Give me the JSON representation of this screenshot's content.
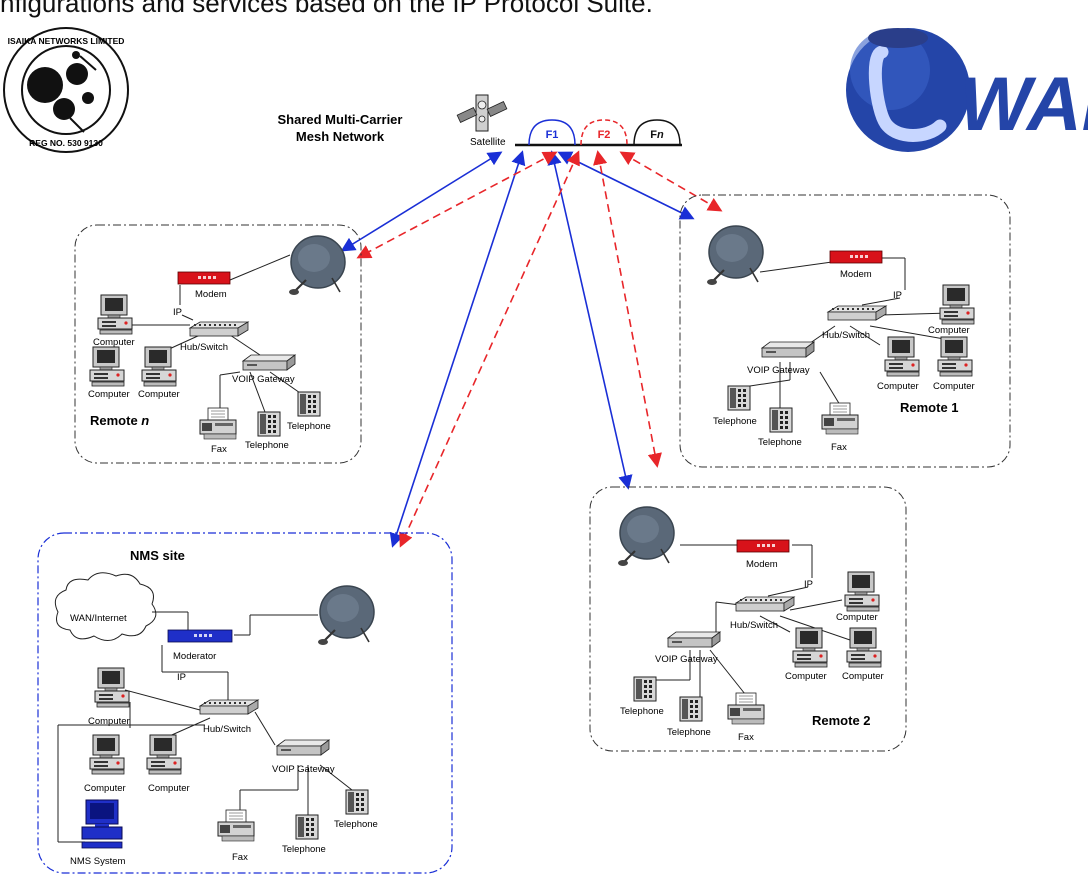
{
  "heading": "nfigurations and services based on the IP Protocol Suite.",
  "logos": {
    "isaika_ring_text": "ISAIKA NETWORKS LIMITED",
    "isaika_reg_text": "REG NO. 530 9130",
    "iwan_text": "WAN"
  },
  "network": {
    "title_line1": "Shared Multi-Carrier",
    "title_line2": "Mesh Network",
    "satellite_label": "Satellite",
    "carriers": {
      "f1": "F1",
      "f2": "F2",
      "fn_prefix": "F",
      "fn_suffix": "n"
    }
  },
  "remote_n": {
    "title_prefix": "Remote ",
    "title_suffix": "n",
    "modem": "Modem",
    "ip": "IP",
    "hub": "Hub/Switch",
    "voip": "VOIP Gateway",
    "computer_1": "Computer",
    "computer_2": "Computer",
    "computer_3": "Computer",
    "fax": "Fax",
    "telephone_1": "Telephone",
    "telephone_2": "Telephone"
  },
  "remote_1": {
    "title": "Remote 1",
    "modem": "Modem",
    "ip": "IP",
    "hub": "Hub/Switch",
    "voip": "VOIP Gateway",
    "computer_1": "Computer",
    "computer_2": "Computer",
    "computer_3": "Computer",
    "fax": "Fax",
    "telephone_1": "Telephone",
    "telephone_2": "Telephone"
  },
  "remote_2": {
    "title": "Remote 2",
    "modem": "Modem",
    "ip": "IP",
    "hub": "Hub/Switch",
    "voip": "VOIP Gateway",
    "computer_1": "Computer",
    "computer_2": "Computer",
    "computer_3": "Computer",
    "fax": "Fax",
    "telephone_1": "Telephone",
    "telephone_2": "Telephone"
  },
  "nms": {
    "title": "NMS site",
    "cloud": "WAN/Internet",
    "modem": "Moderator",
    "ip": "IP",
    "hub": "Hub/Switch",
    "voip": "VOIP Gateway",
    "computer_1": "Computer",
    "computer_2": "Computer",
    "computer_3": "Computer",
    "nms_system": "NMS System",
    "fax": "Fax",
    "telephone_1": "Telephone",
    "telephone_2": "Telephone"
  },
  "colors": {
    "f1": "#1a2fd6",
    "f2": "#e8262a",
    "modem_red": "#d8121a",
    "modem_blue": "#1f2fc8",
    "dish": "#5a6878",
    "logo_blue": "#2445a8"
  }
}
